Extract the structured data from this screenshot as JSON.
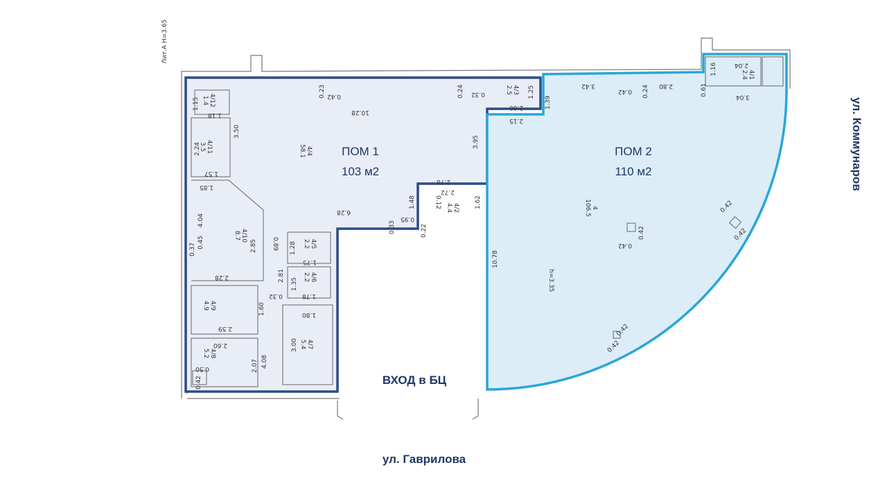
{
  "colors": {
    "pom1_outline": "#2b4b86",
    "pom1_fill": "#e9edf6",
    "pom2_outline": "#2aa6d6",
    "pom2_fill": "#dcedf8",
    "label_text": "#1f3864"
  },
  "premises": [
    {
      "name": "ПОМ 1",
      "area": "103 м2"
    },
    {
      "name": "ПОМ 2",
      "area": "110 м2"
    }
  ],
  "entrance_label": "ВХОД в БЦ",
  "streets": {
    "bottom": "ул. Гаврилова",
    "right": "ул. Коммунаров"
  },
  "building_note": "Лит.А Н=3.65",
  "ceiling_height": "h=3.35",
  "rooms": [
    {
      "id": "4/4",
      "area": "58.1"
    },
    {
      "id": "4/12",
      "area": "1.4"
    },
    {
      "id": "4/11",
      "area": "3.5"
    },
    {
      "id": "4/10",
      "area": "8.7"
    },
    {
      "id": "4/9",
      "area": "4.9"
    },
    {
      "id": "4/8",
      "area": "5.2"
    },
    {
      "id": "4/7",
      "area": "5.4"
    },
    {
      "id": "4/6",
      "area": "2.2"
    },
    {
      "id": "4/5",
      "area": "2.2"
    },
    {
      "id": "4/2",
      "area": "4.4"
    },
    {
      "id": "4/3",
      "area": "2.5"
    },
    {
      "id": "4",
      "area": "106.5"
    },
    {
      "id": "4/1",
      "area": "2.4"
    }
  ],
  "dimensions": [
    "0.23",
    "0.42",
    "10.28",
    "0.24",
    "0.32",
    "1.15",
    "1.18",
    "3.50",
    "2.24",
    "1.57",
    "1.85",
    "3.95",
    "2.78",
    "2.72",
    "1.48",
    "0.12",
    "1.62",
    "6.28",
    "0.33",
    "0.95",
    "0.22",
    "4.04",
    "0.45",
    "0.37",
    "2.85",
    "0.89",
    "2.28",
    "1.28",
    "1.75",
    "2.81",
    "1.35",
    "1.78",
    "0.32",
    "1.60",
    "2.59",
    "1.80",
    "2.60",
    "4.08",
    "3.00",
    "2.07",
    "0.50",
    "0.42",
    "1.25",
    "2.00",
    "2.15",
    "1.39",
    "3.42",
    "0.42",
    "0.24",
    "2.80",
    "0.61",
    "1.16",
    "2.04",
    "3.04",
    "10.78",
    "0.42",
    "0.42",
    "0.42",
    "0.42",
    "0.42",
    "0.42"
  ]
}
